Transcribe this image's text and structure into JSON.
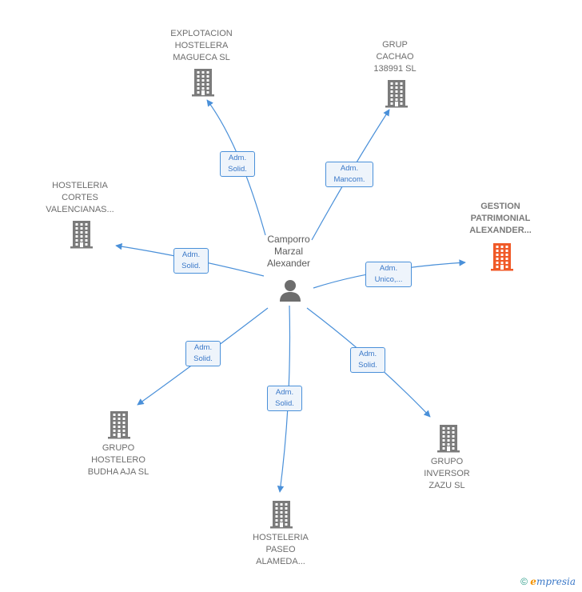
{
  "center": {
    "label": "Camporro\nMarzal\nAlexander",
    "icon": "person-icon"
  },
  "nodes": [
    {
      "id": "explotacion",
      "label": "EXPLOTACION\nHOSTELERA\nMAGUECA  SL",
      "icon": "building-icon",
      "highlight": false
    },
    {
      "id": "cachao",
      "label": "GRUP\nCACHAO\n138991  SL",
      "icon": "building-icon",
      "highlight": false
    },
    {
      "id": "cortes",
      "label": "HOSTELERIA\nCORTES\nVALENCIANAS...",
      "icon": "building-icon",
      "highlight": false
    },
    {
      "id": "gestion",
      "label": "GESTION\nPATRIMONIAL\nALEXANDER...",
      "icon": "building-icon",
      "highlight": true
    },
    {
      "id": "budha",
      "label": "GRUPO\nHOSTELERO\nBUDHA AJA  SL",
      "icon": "building-icon",
      "highlight": false
    },
    {
      "id": "paseo",
      "label": "HOSTELERIA\nPASEO\nALAMEDA...",
      "icon": "building-icon",
      "highlight": false
    },
    {
      "id": "zazu",
      "label": "GRUPO\nINVERSOR\nZAZU  SL",
      "icon": "building-icon",
      "highlight": false
    }
  ],
  "edges": [
    {
      "to": "explotacion",
      "label": "Adm.\nSolid."
    },
    {
      "to": "cachao",
      "label": "Adm.\nMancom."
    },
    {
      "to": "cortes",
      "label": "Adm.\nSolid."
    },
    {
      "to": "gestion",
      "label": "Adm.\nUnico,..."
    },
    {
      "to": "budha",
      "label": "Adm.\nSolid."
    },
    {
      "to": "paseo",
      "label": "Adm.\nSolid."
    },
    {
      "to": "zazu",
      "label": "Adm.\nSolid."
    }
  ],
  "colors": {
    "edge": "#4a90d9",
    "building": "#7b7b7b",
    "building_highlight": "#f05a28",
    "person": "#6d6d6d"
  },
  "footer": {
    "copyright": "©",
    "brand_initial": "e",
    "brand_rest": "mpresia"
  }
}
